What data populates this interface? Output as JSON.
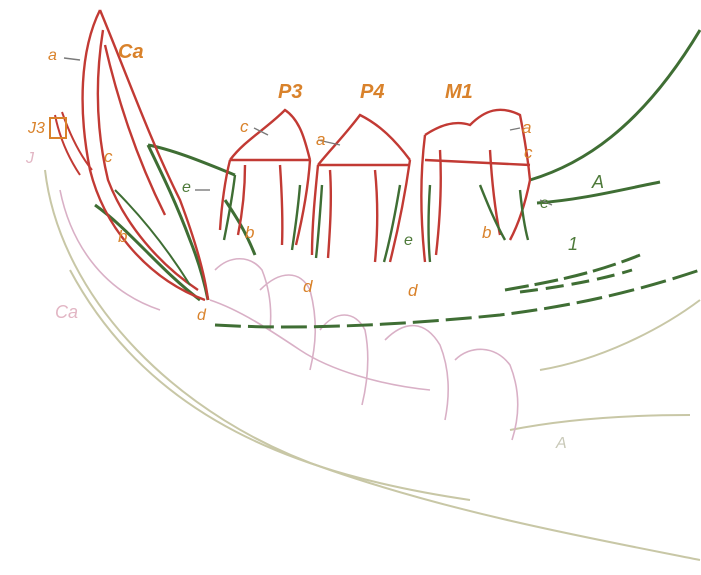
{
  "labels": {
    "a": "a",
    "b": "b",
    "c": "c",
    "d": "d",
    "e": "e",
    "j3": "J3",
    "j": "J",
    "ca": "Ca",
    "ca_lower": "Ca",
    "p3": "P3",
    "p4": "P4",
    "m1": "M1",
    "A": "A",
    "one": "1",
    "A_lower": "A"
  },
  "colors": {
    "tooth_outline": "#c23a34",
    "bone": "#3f6e34",
    "label": "#d9822b",
    "ghost_tooth": "#d8a9c2",
    "jaw_outline": "#b9b995"
  }
}
